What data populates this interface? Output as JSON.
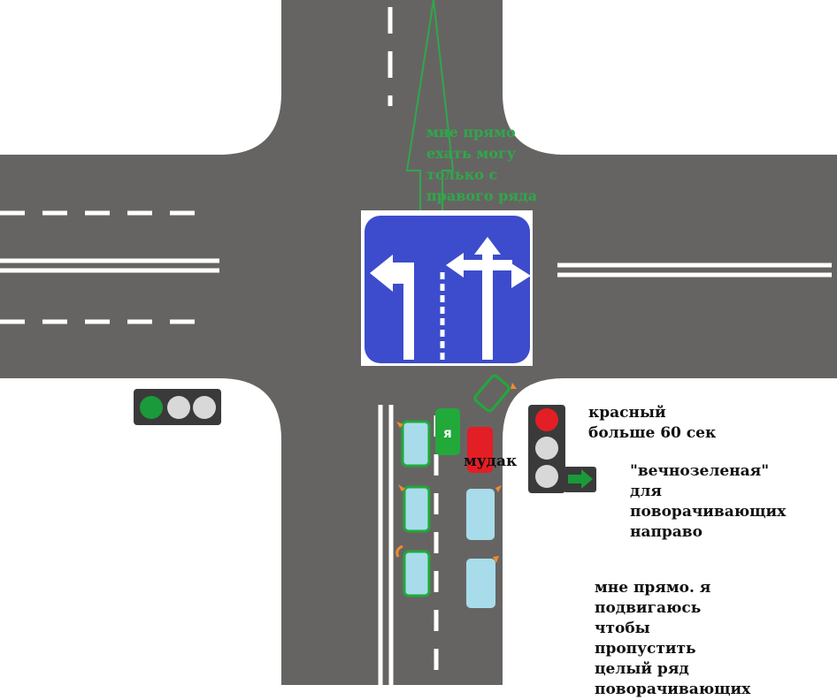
{
  "colors": {
    "asphalt": "#666463",
    "marking": "#ffffff",
    "sign_blue": "#3c4ccc",
    "my_car": "#21a93a",
    "rude_car": "#e31e24",
    "waiting_car": "#a8dcea",
    "turn_indicator": "#f28a2e",
    "annotation_green": "#2ea84a",
    "signal_red": "#e31e24",
    "signal_green": "#1a9a3a",
    "signal_off": "#d8d8d8"
  },
  "icons": {
    "lane_sign": "lane-direction-sign-icon",
    "main_light": "traffic-light-icon",
    "left_light": "horizontal-traffic-light-icon",
    "right_arrow": "green-right-arrow-icon"
  },
  "annotations": {
    "straight_lane": "мне прямо\nехать могу\nтолько с\nправого ряда",
    "red_light": "красный\nбольше 60 сек",
    "ever_green": "\"вечнозеленая\"\nдля\nповорачивающих\nнаправо",
    "my_move": "мне прямо. я\nподвигаюсь\nчтобы\nпропустить\nцелый ряд поворачивающих"
  },
  "cars": {
    "my_car_label": "я",
    "rude_car_label": "мудак"
  },
  "traffic_lights": {
    "main": {
      "state": "red",
      "right_arrow": "green"
    },
    "left": {
      "state": "green"
    }
  }
}
